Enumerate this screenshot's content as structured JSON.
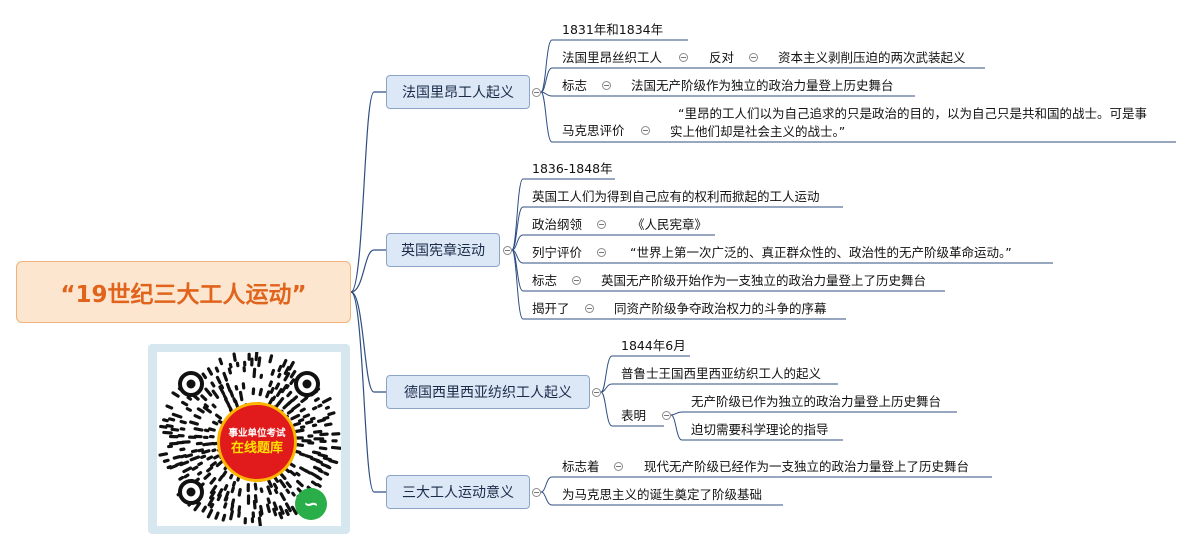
{
  "root": {
    "label": "“19世纪三大工人运动”"
  },
  "branches": [
    {
      "label": "法国里昂工人起义",
      "nodes": [
        {
          "text": "1831年和1834年"
        },
        {
          "text": "法国里昂丝织工人",
          "children": [
            {
              "text": "反对",
              "children": [
                {
                  "text": "资本主义剥削压迫的两次武装起义"
                }
              ]
            }
          ]
        },
        {
          "text": "标志",
          "children": [
            {
              "text": "法国无产阶级作为独立的政治力量登上历史舞台"
            }
          ]
        },
        {
          "text": "马克思评价",
          "children": [
            {
              "text_line1": "“里昂的工人们以为自己追求的只是政治的目的，以为自己只是共和国的战士。可是事",
              "text_line2": "实上他们却是社会主义的战士。”"
            }
          ]
        }
      ]
    },
    {
      "label": "英国宪章运动",
      "nodes": [
        {
          "text": "1836-1848年"
        },
        {
          "text": "英国工人们为得到自己应有的权利而掀起的工人运动"
        },
        {
          "text": "政治纲领",
          "children": [
            {
              "text": "《人民宪章》"
            }
          ]
        },
        {
          "text": "列宁评价",
          "children": [
            {
              "text": "“世界上第一次广泛的、真正群众性的、政治性的无产阶级革命运动。”"
            }
          ]
        },
        {
          "text": "标志",
          "children": [
            {
              "text": "英国无产阶级开始作为一支独立的政治力量登上了历史舞台"
            }
          ]
        },
        {
          "text": "揭开了",
          "children": [
            {
              "text": "同资产阶级争夺政治权力的斗争的序幕"
            }
          ]
        }
      ]
    },
    {
      "label": "德国西里西亚纺织工人起义",
      "nodes": [
        {
          "text": "1844年6月"
        },
        {
          "text": "普鲁士王国西里西亚纺织工人的起义"
        },
        {
          "text": "表明",
          "children": [
            {
              "text": "无产阶级已作为独立的政治力量登上历史舞台"
            },
            {
              "text": "迫切需要科学理论的指导"
            }
          ]
        }
      ]
    },
    {
      "label": "三大工人运动意义",
      "nodes": [
        {
          "text": "标志着",
          "children": [
            {
              "text": "现代无产阶级已经作为一支独立的政治力量登上了历史舞台"
            }
          ]
        },
        {
          "text": "为马克思主义的诞生奠定了阶级基础"
        }
      ]
    }
  ],
  "qr": {
    "line1": "事业单位考试",
    "line2": "在线题库"
  },
  "colors": {
    "line": "#2f4f82",
    "root_text": "#e0641c",
    "root_bg": "#fde6cf",
    "branch_bg": "#dde8f6"
  }
}
